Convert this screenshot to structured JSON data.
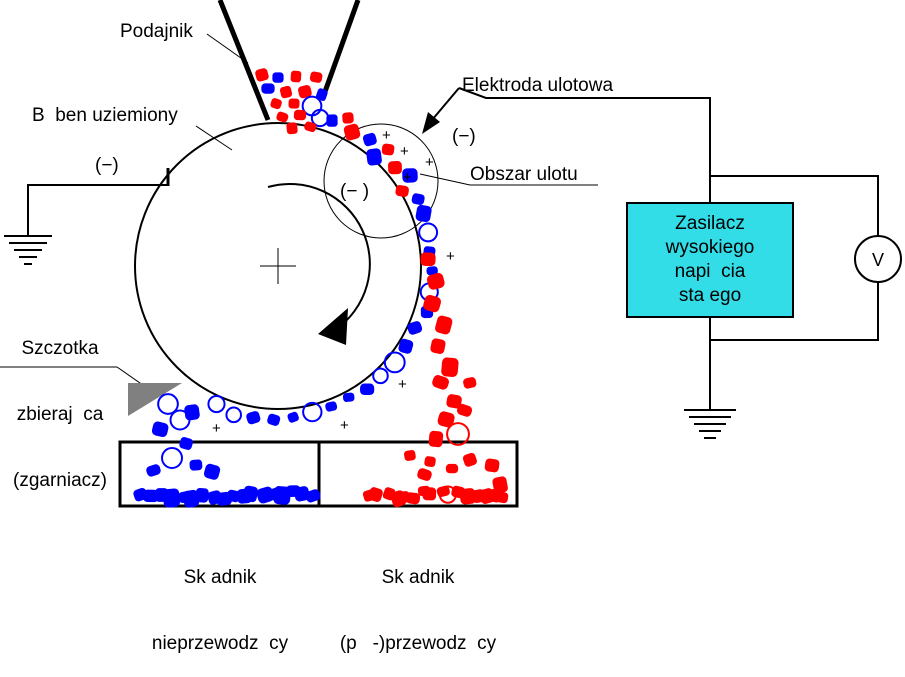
{
  "labels": {
    "feeder": "Podajnik",
    "corona_electrode": "Elektroda ulotowa",
    "grounded_drum": "B  ben uziemiony",
    "corona_zone": "Obszar ulotu",
    "brush": [
      "Szczotka",
      "zbieraj  ca",
      "(zgarniacz)"
    ],
    "neg_ground": "(−)",
    "neg_electrode": "(−)",
    "neg_drum": "(− )",
    "power_supply": [
      "Zasilacz",
      "wysokiego",
      "napi  cia",
      "sta ego"
    ],
    "nonconductive_bin": [
      "Sk adnik",
      "nieprzewodz  cy"
    ],
    "conductive_bin": [
      "Sk adnik",
      "(p   -)przewodz  cy"
    ],
    "voltmeter_symbol": "V",
    "plus_sign": "+"
  },
  "colors": {
    "conductive_particles": "#ff0000",
    "nonconductive_particles": "#0000ff",
    "power_supply_fill": "#33dde8",
    "brush_fill": "#808080",
    "lines": "#000000"
  }
}
